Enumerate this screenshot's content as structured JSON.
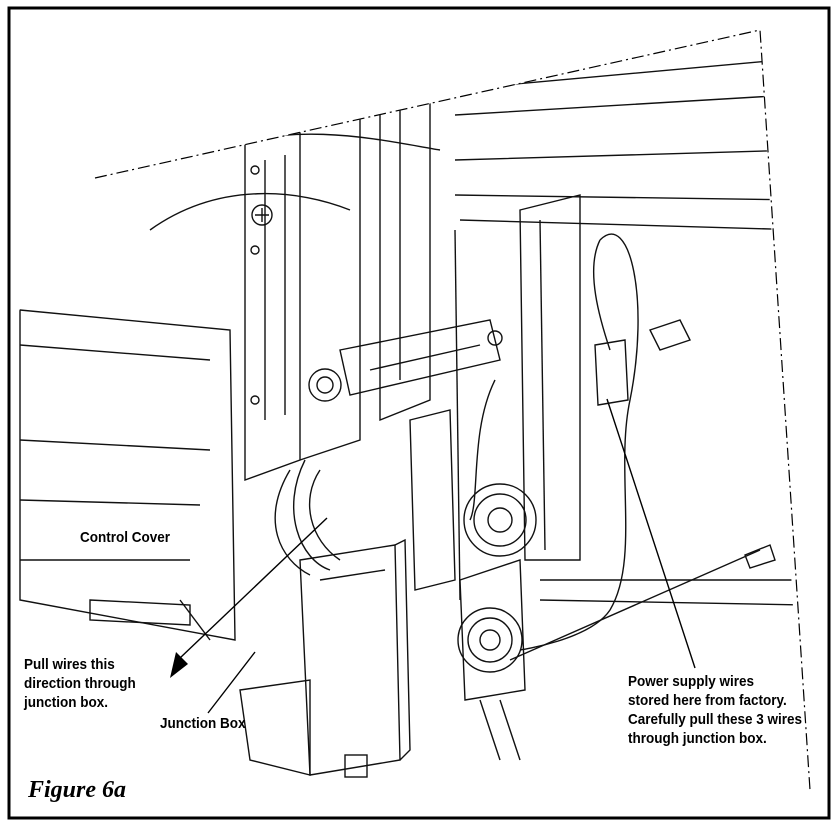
{
  "labels": {
    "control_cover": "Control Cover",
    "pull_wires": [
      "Pull wires this",
      "direction through",
      "junction box."
    ],
    "junction_box": "Junction Box",
    "power_supply": [
      "Power supply wires",
      "stored here from factory.",
      "Carefully pull these 3 wires",
      "through junction box."
    ]
  },
  "caption": "Figure 6a"
}
